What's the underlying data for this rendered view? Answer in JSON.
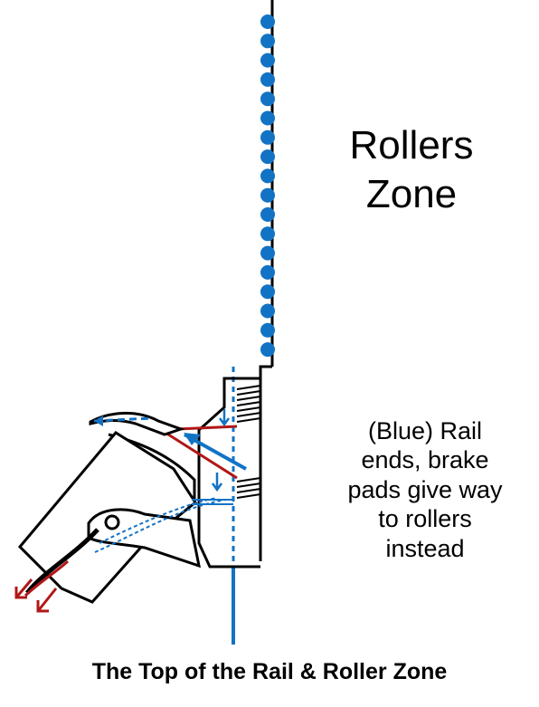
{
  "zone_title": {
    "line1": "Rollers",
    "line2": "Zone"
  },
  "note": {
    "line1": "(Blue) Rail",
    "line2": "ends, brake",
    "line3": "pads give way",
    "line4": "to rollers",
    "line5": "instead"
  },
  "caption": "The Top of the Rail & Roller Zone",
  "colors": {
    "rail": "#1273c5",
    "brake": "#b01818",
    "outline": "#000000"
  }
}
